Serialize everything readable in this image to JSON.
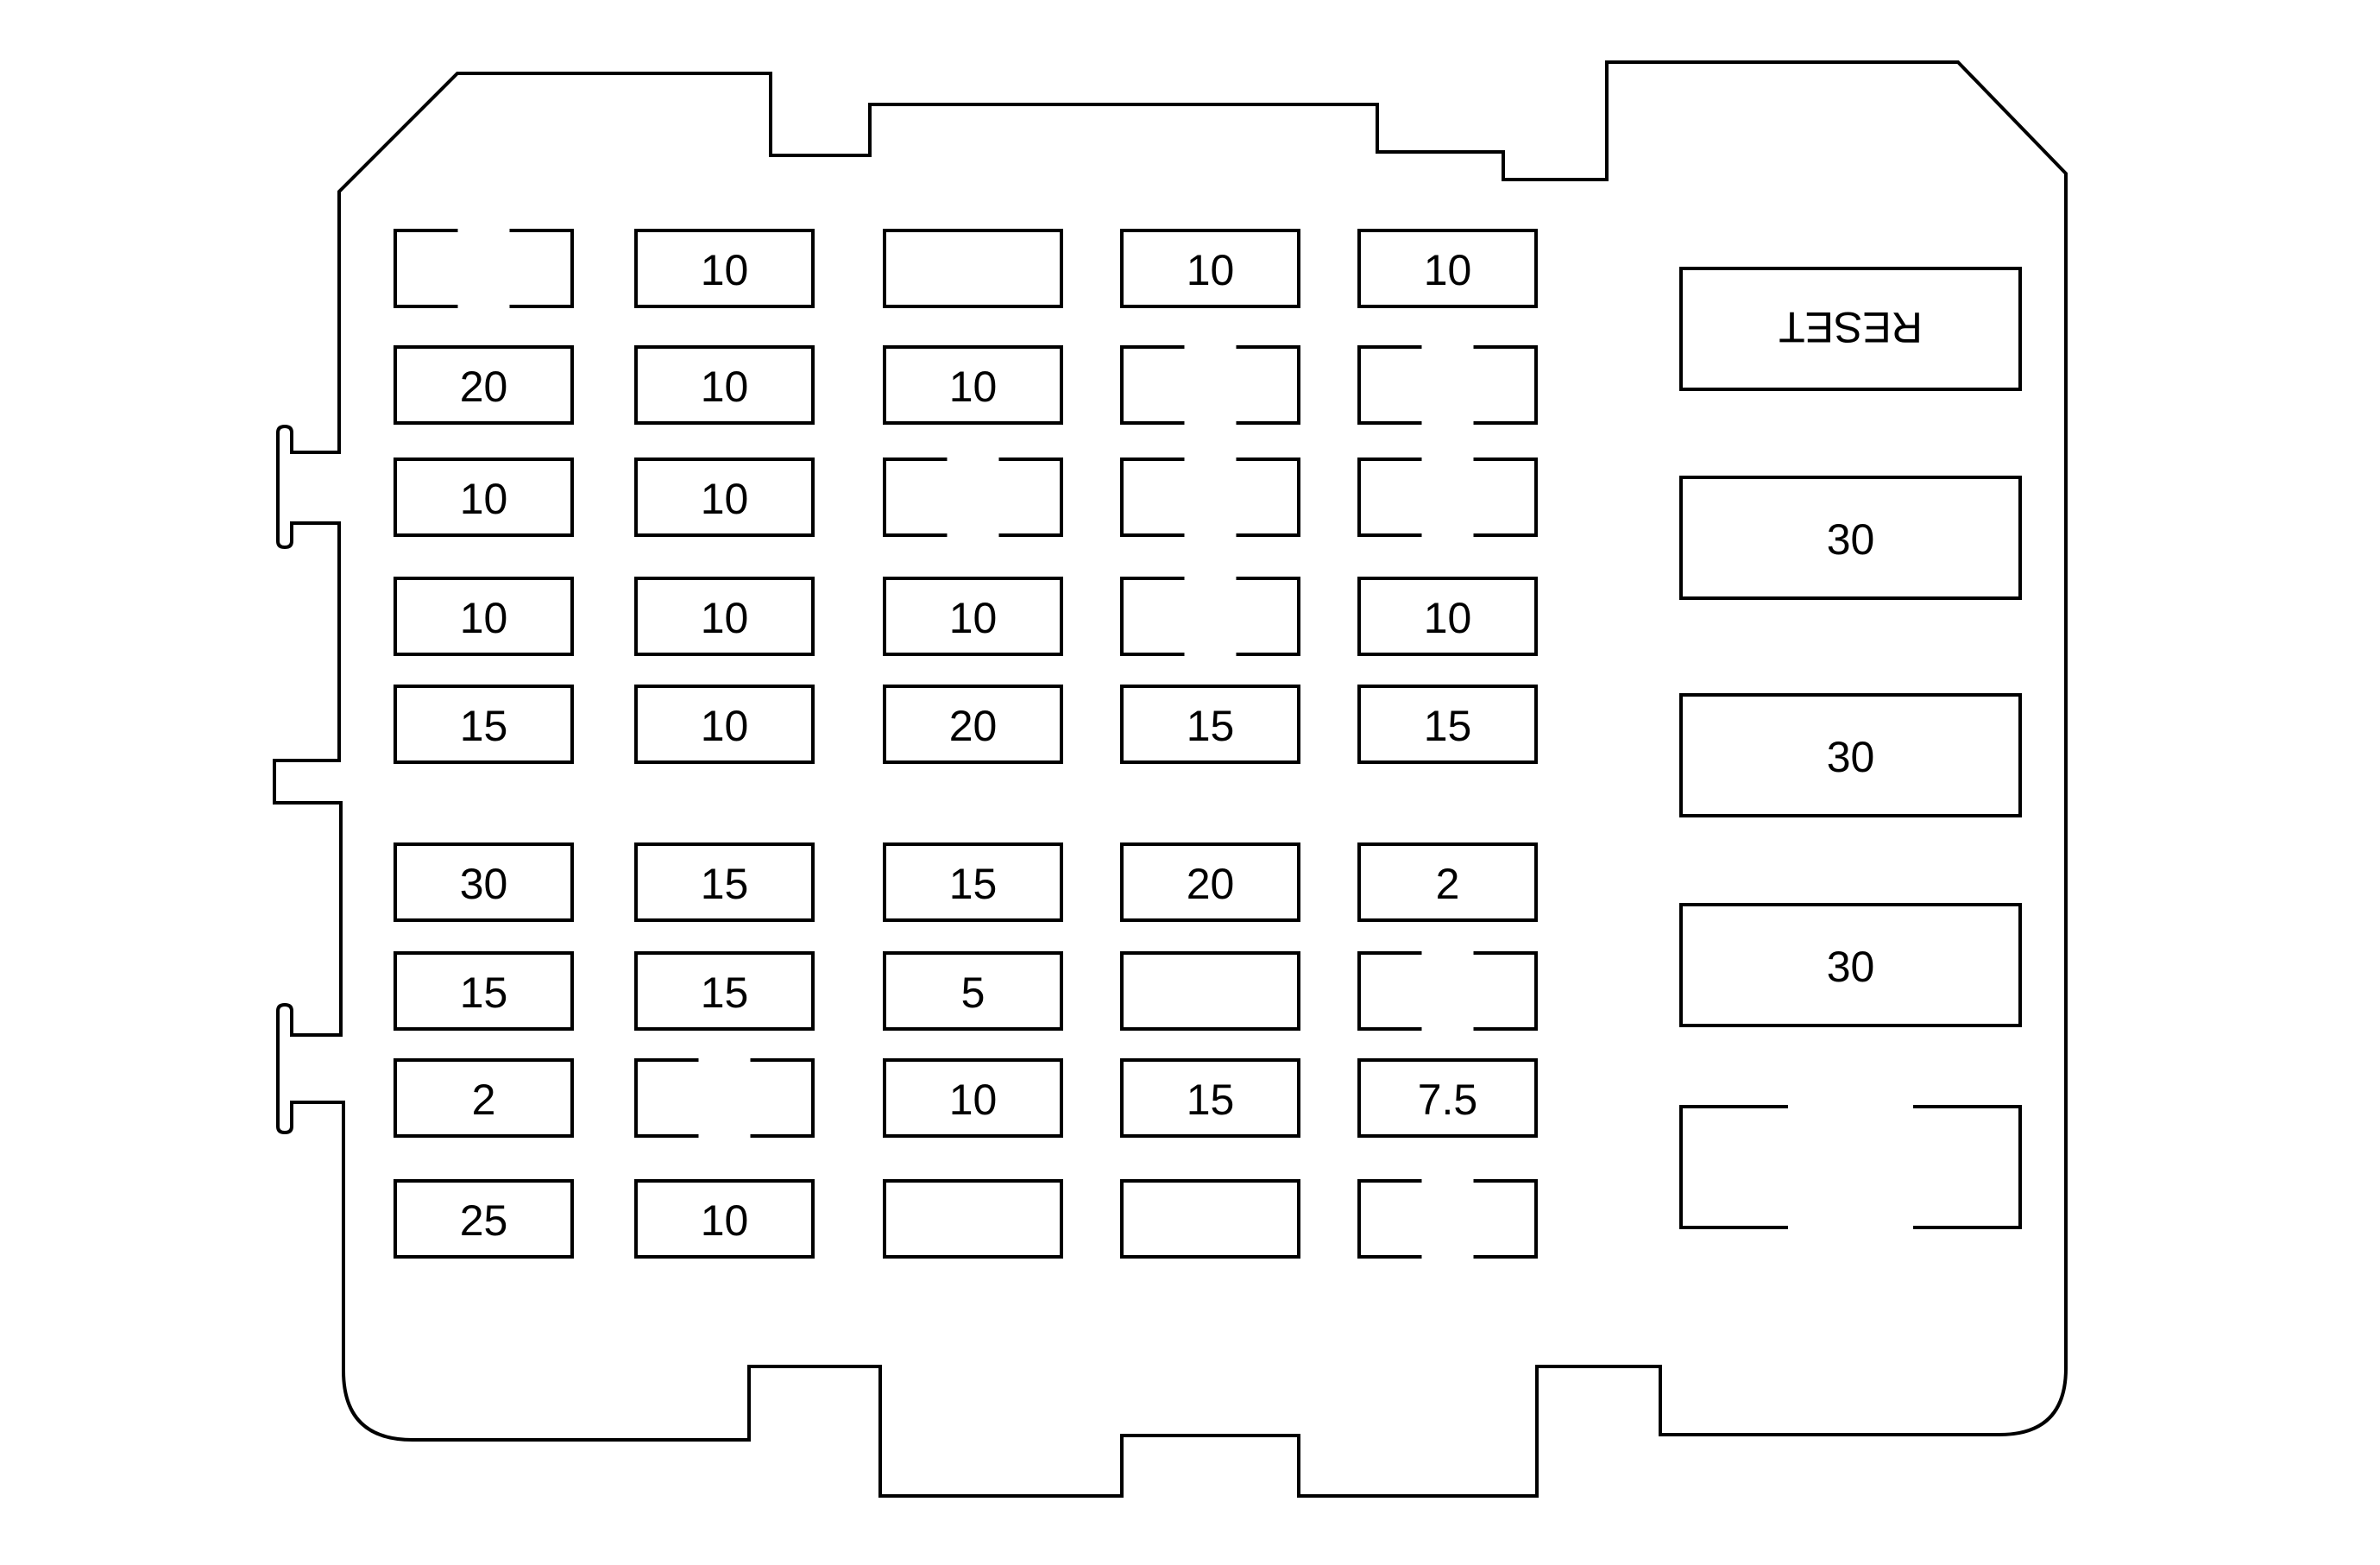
{
  "panel": {
    "rows": [
      [
        {
          "label": "",
          "state": "empty-gapped"
        },
        {
          "label": "10",
          "state": "filled"
        },
        {
          "label": "",
          "state": "empty"
        },
        {
          "label": "10",
          "state": "filled"
        },
        {
          "label": "10",
          "state": "filled"
        }
      ],
      [
        {
          "label": "20",
          "state": "filled"
        },
        {
          "label": "10",
          "state": "filled"
        },
        {
          "label": "10",
          "state": "filled"
        },
        {
          "label": "",
          "state": "empty-gapped"
        },
        {
          "label": "",
          "state": "empty-gapped"
        }
      ],
      [
        {
          "label": "10",
          "state": "filled"
        },
        {
          "label": "10",
          "state": "filled"
        },
        {
          "label": "",
          "state": "empty-gapped"
        },
        {
          "label": "",
          "state": "empty-gapped"
        },
        {
          "label": "",
          "state": "empty-gapped"
        }
      ],
      [
        {
          "label": "10",
          "state": "filled"
        },
        {
          "label": "10",
          "state": "filled"
        },
        {
          "label": "10",
          "state": "filled"
        },
        {
          "label": "",
          "state": "empty-gapped"
        },
        {
          "label": "10",
          "state": "filled"
        }
      ],
      [
        {
          "label": "15",
          "state": "filled"
        },
        {
          "label": "10",
          "state": "filled"
        },
        {
          "label": "20",
          "state": "filled"
        },
        {
          "label": "15",
          "state": "filled"
        },
        {
          "label": "15",
          "state": "filled"
        }
      ],
      [
        {
          "label": "30",
          "state": "filled"
        },
        {
          "label": "15",
          "state": "filled"
        },
        {
          "label": "15",
          "state": "filled"
        },
        {
          "label": "20",
          "state": "filled"
        },
        {
          "label": "2",
          "state": "filled"
        }
      ],
      [
        {
          "label": "15",
          "state": "filled"
        },
        {
          "label": "15",
          "state": "filled"
        },
        {
          "label": "5",
          "state": "filled"
        },
        {
          "label": "",
          "state": "empty"
        },
        {
          "label": "",
          "state": "empty-gapped"
        }
      ],
      [
        {
          "label": "2",
          "state": "filled"
        },
        {
          "label": "",
          "state": "empty-gapped"
        },
        {
          "label": "10",
          "state": "filled"
        },
        {
          "label": "15",
          "state": "filled"
        },
        {
          "label": "7.5",
          "state": "filled"
        }
      ],
      [
        {
          "label": "25",
          "state": "filled"
        },
        {
          "label": "10",
          "state": "filled"
        },
        {
          "label": "",
          "state": "empty"
        },
        {
          "label": "",
          "state": "empty"
        },
        {
          "label": "",
          "state": "empty-gapped"
        }
      ]
    ],
    "side": [
      {
        "label": "RESET",
        "state": "filled",
        "orientation": "upside-down"
      },
      {
        "label": "30",
        "state": "filled"
      },
      {
        "label": "30",
        "state": "filled"
      },
      {
        "label": "30",
        "state": "filled"
      },
      {
        "label": "",
        "state": "empty-gapped"
      }
    ]
  }
}
